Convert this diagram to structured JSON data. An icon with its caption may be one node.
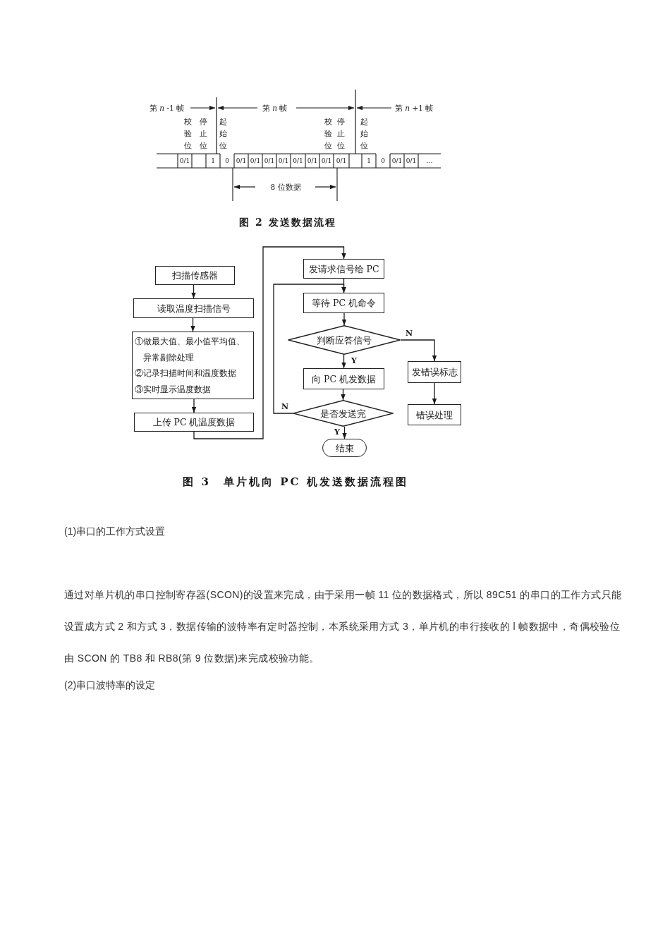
{
  "diagram": {
    "nodes": [
      {
        "text": [
          "扫描传感器"
        ]
      },
      {
        "text": [
          "读取温度扫描信号"
        ]
      },
      {
        "text": [
          "①做最大值、最小值平均值、异常剔除处理",
          "②记录扫描时间和温度数据",
          "③实时显示温度数据"
        ]
      },
      {
        "text": [
          "上传 PC 机温度数据"
        ]
      },
      {
        "text": [
          "发请求信号给 PC"
        ]
      },
      {
        "text": [
          "等待 PC 机命令"
        ]
      },
      {
        "text": [
          "判断应答信号"
        ]
      },
      {
        "text": [
          "向 PC 机发数据"
        ]
      },
      {
        "text": [
          "发错误标志"
        ]
      },
      {
        "text": [
          "是否发送完"
        ]
      },
      {
        "text": [
          "错误处理"
        ]
      },
      {
        "text": [
          "结束"
        ]
      }
    ],
    "edges": [
      {
        "from": 0,
        "to": 1,
        "arrow": "to"
      },
      {
        "from": 1,
        "to": 2,
        "arrow": "to"
      },
      {
        "from": 2,
        "to": 3,
        "arrow": "to"
      },
      {
        "from": 3,
        "to": 4,
        "arrow": "to"
      },
      {
        "from": 4,
        "to": 5,
        "arrow": "to"
      },
      {
        "from": 5,
        "to": 6,
        "arrow": "to"
      },
      {
        "from": 6,
        "to": 7,
        "arrow": "to",
        "label": "Y"
      },
      {
        "from": 6,
        "to": 8,
        "arrow": "to",
        "label": "N"
      },
      {
        "from": 7,
        "to": 9,
        "arrow": "to"
      },
      {
        "from": 9,
        "to": 5,
        "arrow": "to",
        "label": "N"
      },
      {
        "from": 8,
        "to": 10,
        "arrow": "to"
      },
      {
        "from": 9,
        "to": 11,
        "arrow": "to",
        "label": "Y"
      }
    ],
    "labels": [
      "第 *n* -1 帧",
      "第 *n* 帧",
      "第 *n* +1 帧",
      "校验位",
      "停止位",
      "起始位",
      "校验位",
      "停止位",
      "起始位",
      "0/1",
      "1",
      "0",
      "0/1",
      "0/1",
      "0/1",
      "0/1",
      "0/1",
      "0/1",
      "0/1",
      "0/1",
      "1",
      "0",
      "0/1",
      "0/1",
      "…",
      "8 位数据",
      "图 2 发送数据流程",
      "图 3　单片机向 PC 机发送数据流程图",
      "(1)串口的工作方式设置",
      "通过对单片机的串口控制寄存器(SCON)的设置来完成，由于采用一帧 11 位的数据格式，所以 89C51 的串口的工作方式只能设置成方式 2 和方式 3，数据传输的波特率有定时器控制，本系统采用方式 3，单片机的串行接收的 l 帧数据中，奇偶校验位由 SCON 的 TB8 和 RB8(第 9 位数据)来完成校验功能。",
      "(2)串口波特率的设定"
    ]
  }
}
